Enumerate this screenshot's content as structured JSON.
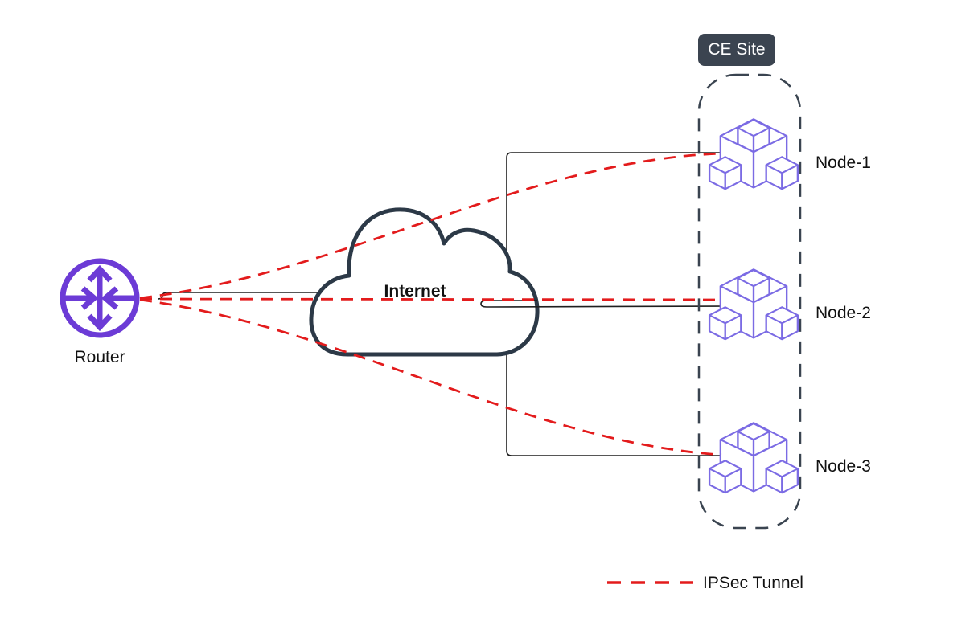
{
  "diagram": {
    "router": {
      "label": "Router"
    },
    "internet": {
      "label": "Internet"
    },
    "ce_site": {
      "label": "CE Site"
    },
    "nodes": [
      {
        "label": "Node-1"
      },
      {
        "label": "Node-2"
      },
      {
        "label": "Node-3"
      }
    ],
    "legend": {
      "label": "IPSec Tunnel"
    },
    "icons": {
      "router": "router-crossed-arrows-icon",
      "internet": "cloud-icon",
      "node": "iso-cubes-cluster-icon",
      "legend_swatch": "red-dashed-line"
    },
    "colors": {
      "router_purple": "#6C3BD6",
      "node_purple": "#7B6BE4",
      "tunnel_red": "#E31B1C",
      "connector": "#1F1F1F",
      "cloud_outline": "#2C3947",
      "site_outline": "#3A4450",
      "badge_background": "#3B4450",
      "badge_text": "#FFFFFF",
      "label_text": "#111111",
      "background": "#FFFFFF"
    }
  }
}
